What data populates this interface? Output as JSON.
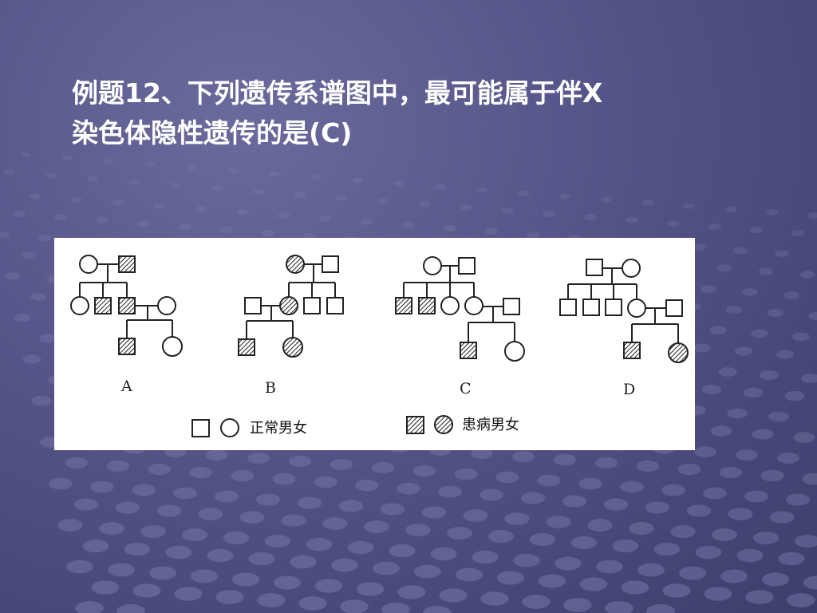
{
  "slide": {
    "title_line1": "例题12、下列遗传系谱图中，最可能属于伴X",
    "title_line2": "染色体隐性遗传的是(C)"
  },
  "figure": {
    "panels": [
      {
        "id": "A",
        "label": "A"
      },
      {
        "id": "B",
        "label": "B"
      },
      {
        "id": "C",
        "label": "C"
      },
      {
        "id": "D",
        "label": "D"
      }
    ],
    "legend": {
      "normal_label": "正常男女",
      "affected_label": "患病男女"
    }
  },
  "colors": {
    "text": "#ffffff",
    "background": "#56568a",
    "figure_bg": "#ffffff"
  }
}
